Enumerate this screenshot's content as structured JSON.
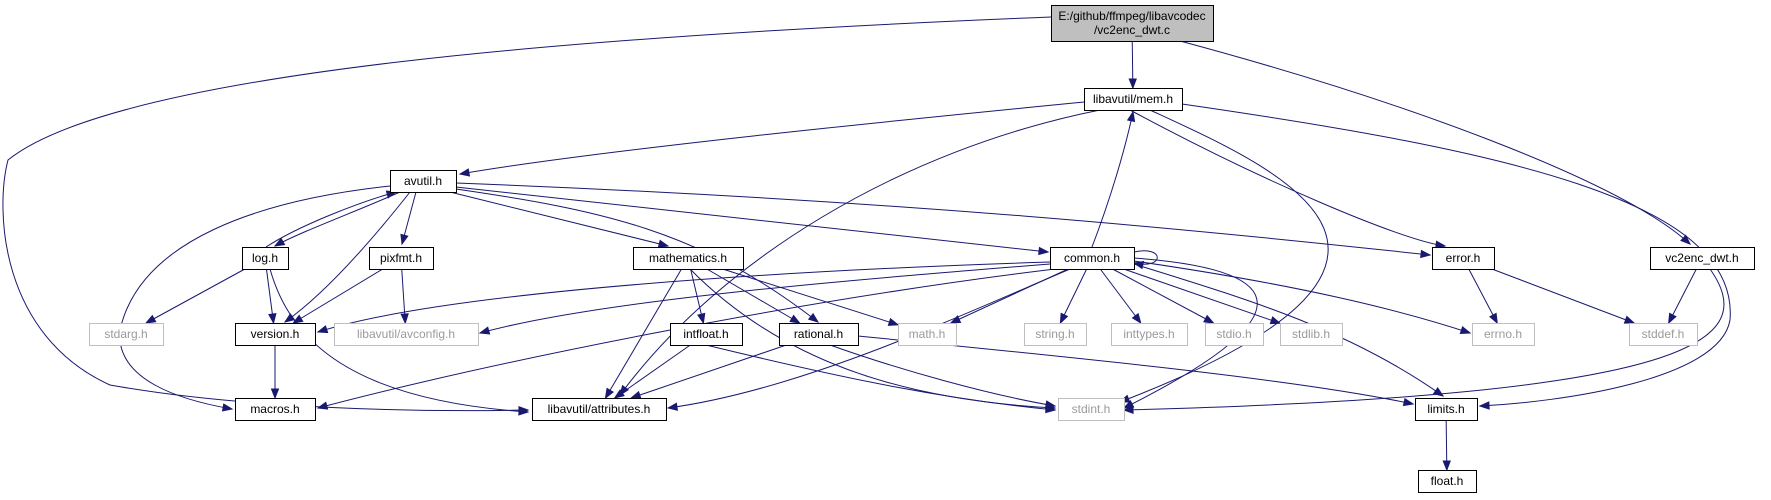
{
  "colors": {
    "edge": "#191970",
    "root_fill": "#bfbfbf",
    "node_border": "#000000",
    "external_border": "#bfbfbf",
    "external_text": "#9a9a9a",
    "text": "#000000"
  },
  "nodes": [
    {
      "id": "root",
      "lines": [
        "E:/github/ffmpeg/libavcodec",
        "/vc2enc_dwt.c"
      ],
      "kind": "root"
    },
    {
      "id": "mem",
      "lines": [
        "libavutil/mem.h"
      ],
      "kind": "local"
    },
    {
      "id": "avutil",
      "lines": [
        "avutil.h"
      ],
      "kind": "local"
    },
    {
      "id": "log",
      "lines": [
        "log.h"
      ],
      "kind": "local"
    },
    {
      "id": "pixfmt",
      "lines": [
        "pixfmt.h"
      ],
      "kind": "local"
    },
    {
      "id": "mathematics",
      "lines": [
        "mathematics.h"
      ],
      "kind": "local"
    },
    {
      "id": "common",
      "lines": [
        "common.h"
      ],
      "kind": "local"
    },
    {
      "id": "error",
      "lines": [
        "error.h"
      ],
      "kind": "local"
    },
    {
      "id": "vc2dwt",
      "lines": [
        "vc2enc_dwt.h"
      ],
      "kind": "local"
    },
    {
      "id": "stdarg",
      "lines": [
        "stdarg.h"
      ],
      "kind": "external"
    },
    {
      "id": "version",
      "lines": [
        "version.h"
      ],
      "kind": "local"
    },
    {
      "id": "avconfig",
      "lines": [
        "libavutil/avconfig.h"
      ],
      "kind": "external"
    },
    {
      "id": "intfloat",
      "lines": [
        "intfloat.h"
      ],
      "kind": "local"
    },
    {
      "id": "rational",
      "lines": [
        "rational.h"
      ],
      "kind": "local"
    },
    {
      "id": "math",
      "lines": [
        "math.h"
      ],
      "kind": "external"
    },
    {
      "id": "string",
      "lines": [
        "string.h"
      ],
      "kind": "external"
    },
    {
      "id": "inttypes",
      "lines": [
        "inttypes.h"
      ],
      "kind": "external"
    },
    {
      "id": "stdio",
      "lines": [
        "stdio.h"
      ],
      "kind": "external"
    },
    {
      "id": "stdlib",
      "lines": [
        "stdlib.h"
      ],
      "kind": "external"
    },
    {
      "id": "errno",
      "lines": [
        "errno.h"
      ],
      "kind": "external"
    },
    {
      "id": "stddef",
      "lines": [
        "stddef.h"
      ],
      "kind": "external"
    },
    {
      "id": "macros",
      "lines": [
        "macros.h"
      ],
      "kind": "local"
    },
    {
      "id": "attributes",
      "lines": [
        "libavutil/attributes.h"
      ],
      "kind": "local"
    },
    {
      "id": "stdint",
      "lines": [
        "stdint.h"
      ],
      "kind": "external"
    },
    {
      "id": "limits",
      "lines": [
        "limits.h"
      ],
      "kind": "local"
    },
    {
      "id": "float",
      "lines": [
        "float.h"
      ],
      "kind": "local"
    }
  ],
  "edges": [
    [
      "root",
      "mem"
    ],
    [
      "root",
      "vc2dwt"
    ],
    [
      "root",
      "attributes"
    ],
    [
      "mem",
      "avutil"
    ],
    [
      "mem",
      "attributes"
    ],
    [
      "mem",
      "error"
    ],
    [
      "mem",
      "stdint"
    ],
    [
      "mem",
      "limits"
    ],
    [
      "avutil",
      "log"
    ],
    [
      "avutil",
      "pixfmt"
    ],
    [
      "avutil",
      "version"
    ],
    [
      "avutil",
      "macros"
    ],
    [
      "avutil",
      "mathematics"
    ],
    [
      "avutil",
      "rational"
    ],
    [
      "avutil",
      "common"
    ],
    [
      "avutil",
      "error"
    ],
    [
      "log",
      "avutil"
    ],
    [
      "log",
      "stdarg"
    ],
    [
      "log",
      "version"
    ],
    [
      "log",
      "attributes"
    ],
    [
      "pixfmt",
      "version"
    ],
    [
      "pixfmt",
      "avconfig"
    ],
    [
      "version",
      "macros"
    ],
    [
      "mathematics",
      "intfloat"
    ],
    [
      "mathematics",
      "rational"
    ],
    [
      "mathematics",
      "math"
    ],
    [
      "mathematics",
      "attributes"
    ],
    [
      "mathematics",
      "stdint"
    ],
    [
      "intfloat",
      "attributes"
    ],
    [
      "intfloat",
      "stdint"
    ],
    [
      "rational",
      "attributes"
    ],
    [
      "rational",
      "stdint"
    ],
    [
      "rational",
      "limits"
    ],
    [
      "common",
      "mem"
    ],
    [
      "common",
      "common"
    ],
    [
      "common",
      "version"
    ],
    [
      "common",
      "avconfig"
    ],
    [
      "common",
      "macros"
    ],
    [
      "common",
      "attributes"
    ],
    [
      "common",
      "math"
    ],
    [
      "common",
      "string"
    ],
    [
      "common",
      "inttypes"
    ],
    [
      "common",
      "stdio"
    ],
    [
      "common",
      "stdlib"
    ],
    [
      "common",
      "errno"
    ],
    [
      "common",
      "stdint"
    ],
    [
      "common",
      "limits"
    ],
    [
      "error",
      "errno"
    ],
    [
      "error",
      "stddef"
    ],
    [
      "vc2dwt",
      "stddef"
    ],
    [
      "vc2dwt",
      "stdint"
    ],
    [
      "limits",
      "float"
    ]
  ]
}
